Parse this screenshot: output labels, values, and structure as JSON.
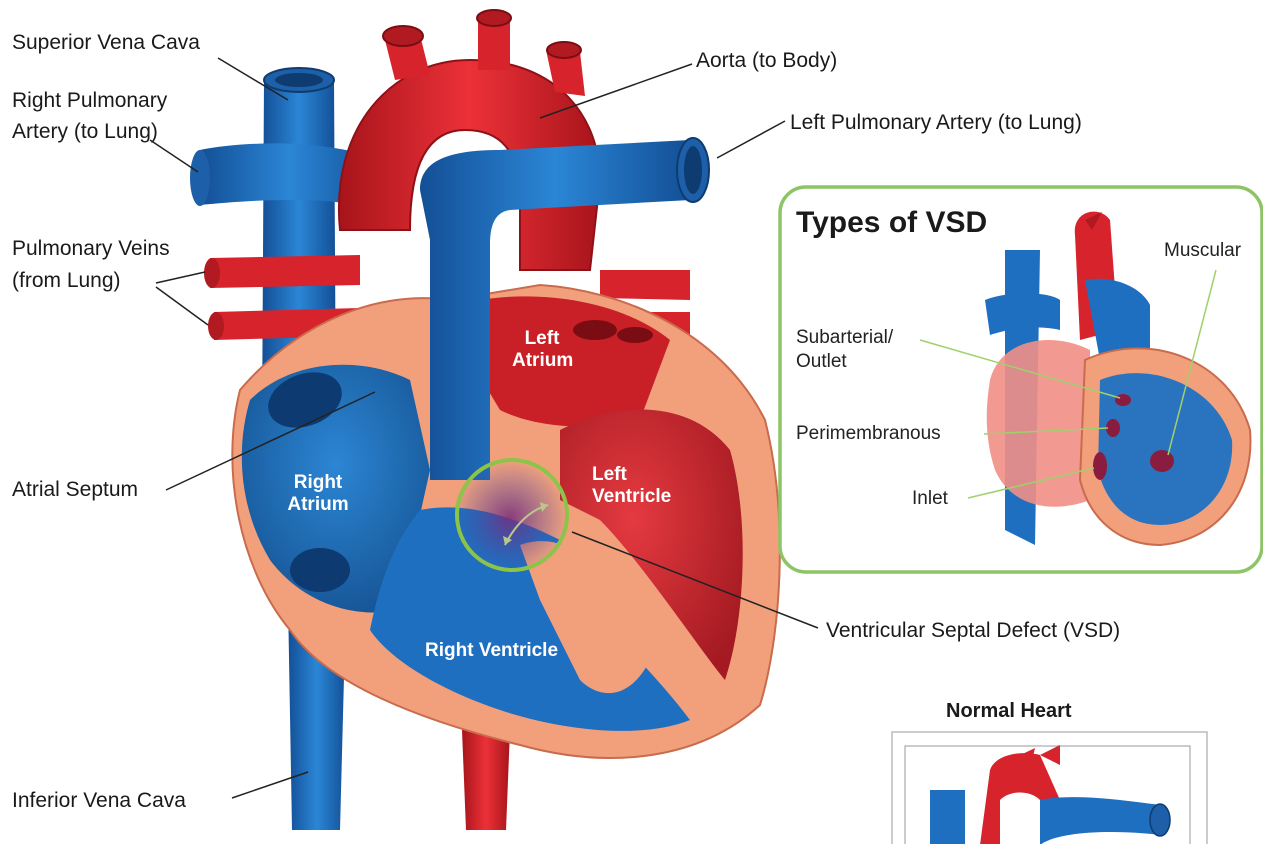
{
  "labels": {
    "superior_vena_cava": "Superior Vena Cava",
    "right_pulmonary_artery_line1": "Right Pulmonary",
    "right_pulmonary_artery_line2": "Artery (to Lung)",
    "pulmonary_veins_line1": "Pulmonary Veins",
    "pulmonary_veins_line2": "(from Lung)",
    "atrial_septum": "Atrial Septum",
    "inferior_vena_cava": "Inferior Vena Cava",
    "aorta": "Aorta (to Body)",
    "left_pulmonary_artery": "Left Pulmonary Artery (to Lung)",
    "vsd": "Ventricular Septal Defect (VSD)"
  },
  "chambers": {
    "left_atrium_line1": "Left",
    "left_atrium_line2": "Atrium",
    "left_ventricle_line1": "Left",
    "left_ventricle_line2": "Ventricle",
    "right_atrium_line1": "Right",
    "right_atrium_line2": "Atrium",
    "right_ventricle": "Right Ventricle"
  },
  "vsd_types": {
    "title": "Types of VSD",
    "muscular": "Muscular",
    "subarterial_line1": "Subarterial/",
    "subarterial_line2": "Outlet",
    "perimembranous": "Perimembranous",
    "inlet": "Inlet"
  },
  "normal_heart": {
    "title": "Normal Heart"
  },
  "colors": {
    "oxygenated": "#e0222a",
    "deoxygenated": "#1f6fc0",
    "tissue": "#f2a07c",
    "box_border": "#8cc466"
  }
}
